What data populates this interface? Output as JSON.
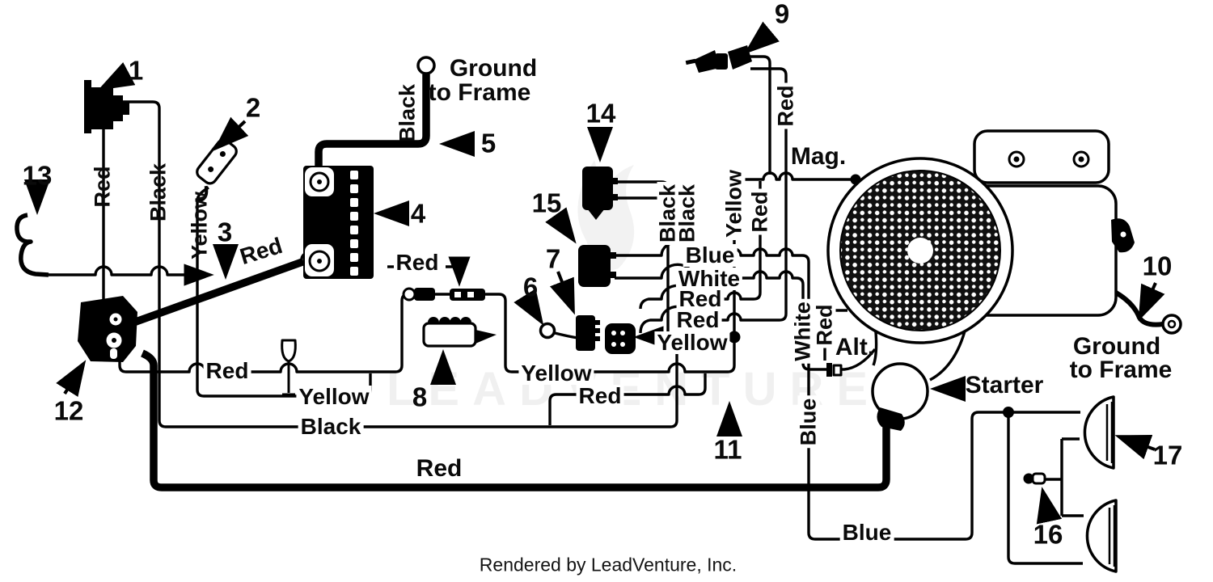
{
  "parts": {
    "n1": "1",
    "n2": "2",
    "n3": "3",
    "n4": "4",
    "n5": "5",
    "n6": "6",
    "n7": "7",
    "n8": "8",
    "n9": "9",
    "n10": "10",
    "n11": "11",
    "n12": "12",
    "n13": "13",
    "n14": "14",
    "n15": "15",
    "n16": "16",
    "n17": "17"
  },
  "labels": {
    "ground_top_1": "Ground",
    "ground_top_2": "to Frame",
    "black_cable": "Black",
    "red_left": "Red",
    "black_left": "Black",
    "yellow_left": "Yellow",
    "red_cable": "Red",
    "red_fuse": "Red",
    "red_row_a": "Red",
    "yellow_row_left": "Yellow",
    "black_row": "Black",
    "yellow_row_mid": "Yellow",
    "red_row_mid": "Red",
    "red_bottom": "Red",
    "black_v1": "Black",
    "black_v2": "Black",
    "blue_row": "Blue",
    "white_row": "White",
    "red_row_1": "Red",
    "red_row_2": "Red",
    "yellow_row_upper": "Yellow",
    "yellow_harness": "Yellow",
    "red_harness": "Red",
    "red_plug": "Red",
    "white_alt": "White",
    "red_alt": "Red",
    "blue_vert": "Blue",
    "blue_bottom": "Blue",
    "mag": "Mag.",
    "alt": "Alt.",
    "starter": "Starter",
    "ground_right_1": "Ground",
    "ground_right_2": "to Frame"
  },
  "watermark": "LEADVENTURE",
  "footer": "Rendered by LeadVenture, Inc."
}
